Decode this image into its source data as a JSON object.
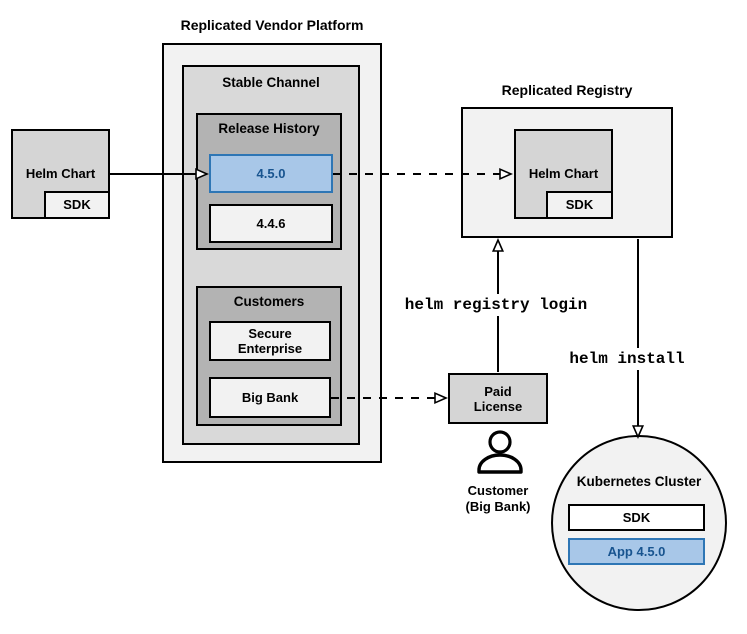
{
  "vendor_platform": {
    "title": "Replicated Vendor Platform",
    "stable_channel": {
      "title": "Stable Channel",
      "release_history": {
        "title": "Release History",
        "releases": [
          {
            "version": "4.5.0",
            "highlighted": true
          },
          {
            "version": "4.4.6",
            "highlighted": false
          }
        ]
      },
      "customers": {
        "title": "Customers",
        "items": [
          {
            "name": "Secure Enterprise"
          },
          {
            "name": "Big Bank"
          }
        ]
      }
    }
  },
  "source_helm_chart": {
    "label": "Helm Chart",
    "sdk": "SDK"
  },
  "registry": {
    "title": "Replicated Registry",
    "helm_chart": {
      "label": "Helm Chart",
      "sdk": "SDK"
    }
  },
  "paid_license": {
    "label": "Paid License"
  },
  "customer": {
    "label": "Customer (Big Bank)"
  },
  "commands": {
    "registry_login": "helm registry login",
    "install": "helm install"
  },
  "kubernetes_cluster": {
    "title": "Kubernetes Cluster",
    "sdk": "SDK",
    "app": "App 4.5.0"
  },
  "colors": {
    "container_fill": "#f2f2f2",
    "channel_fill": "#d9d9d9",
    "group_fill": "#b3b3b3",
    "helm_fill": "#d5d5d5",
    "highlight_fill": "#a8c7e8",
    "highlight_border": "#2e76b5",
    "highlight_text": "#18548f",
    "line": "#000000"
  }
}
